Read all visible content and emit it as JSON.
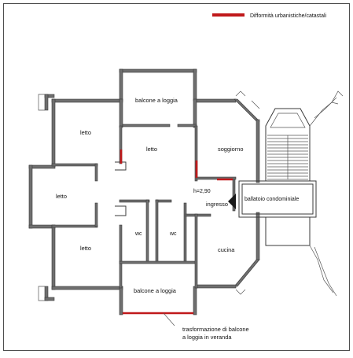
{
  "legend": {
    "label": "Difformità urbanistiche/catastali",
    "color": "#c0191b"
  },
  "rooms": {
    "balcone_top": "balcone a loggia",
    "letto_top_left": "letto",
    "letto_center": "letto",
    "soggiorno": "soggiorno",
    "letto_mid_left": "letto",
    "height_label": "h=2,90",
    "ingresso": "ingresso",
    "ballatoio": "ballatoio condominiale",
    "letto_bottom_left": "letto",
    "wc_left": "wc",
    "wc_right": "wc",
    "cucina": "cucina",
    "balcone_bottom": "balcone a loggia"
  },
  "annotation": {
    "line1": "trasformazione di balcone",
    "line2": "a loggia in veranda"
  },
  "colors": {
    "wall_fill": "#6f6f6f",
    "wall_stroke": "#3a3a3a",
    "difformity": "#c0191b"
  }
}
